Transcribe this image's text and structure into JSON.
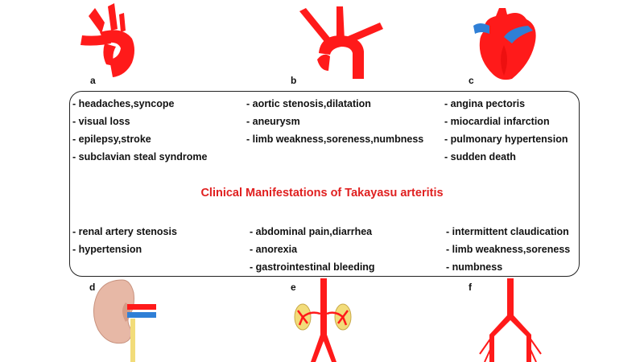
{
  "title": "Clinical Manifestations of Takayasu arteritis",
  "colors": {
    "artery": "#ff1a1a",
    "vein": "#2f7fd6",
    "kidney": "#e7b8a6",
    "ureter": "#f2dc7a",
    "title": "#e02020"
  },
  "panels": {
    "a": {
      "letter": "a",
      "icon": "aortic-arch-branches-icon",
      "items": [
        "- headaches,syncope",
        "- visual loss",
        "- epilepsy,stroke",
        "- subclavian steal syndrome"
      ]
    },
    "b": {
      "letter": "b",
      "icon": "aortic-arch-icon",
      "items": [
        "- aortic stenosis,dilatation",
        "- aneurysm",
        "- limb weakness,soreness,numbness"
      ]
    },
    "c": {
      "letter": "c",
      "icon": "heart-icon",
      "items": [
        "- angina pectoris",
        "- miocardial infarction",
        "- pulmonary hypertension",
        "- sudden death"
      ]
    },
    "d": {
      "letter": "d",
      "icon": "kidney-icon",
      "items": [
        "- renal artery stenosis",
        "- hypertension"
      ]
    },
    "e": {
      "letter": "e",
      "icon": "mesenteric-arteries-icon",
      "items": [
        "- abdominal pain,diarrhea",
        "- anorexia",
        "- gastrointestinal bleeding"
      ]
    },
    "f": {
      "letter": "f",
      "icon": "iliac-arteries-icon",
      "items": [
        "- intermittent claudication",
        "- limb weakness,soreness",
        "- numbness"
      ]
    }
  }
}
